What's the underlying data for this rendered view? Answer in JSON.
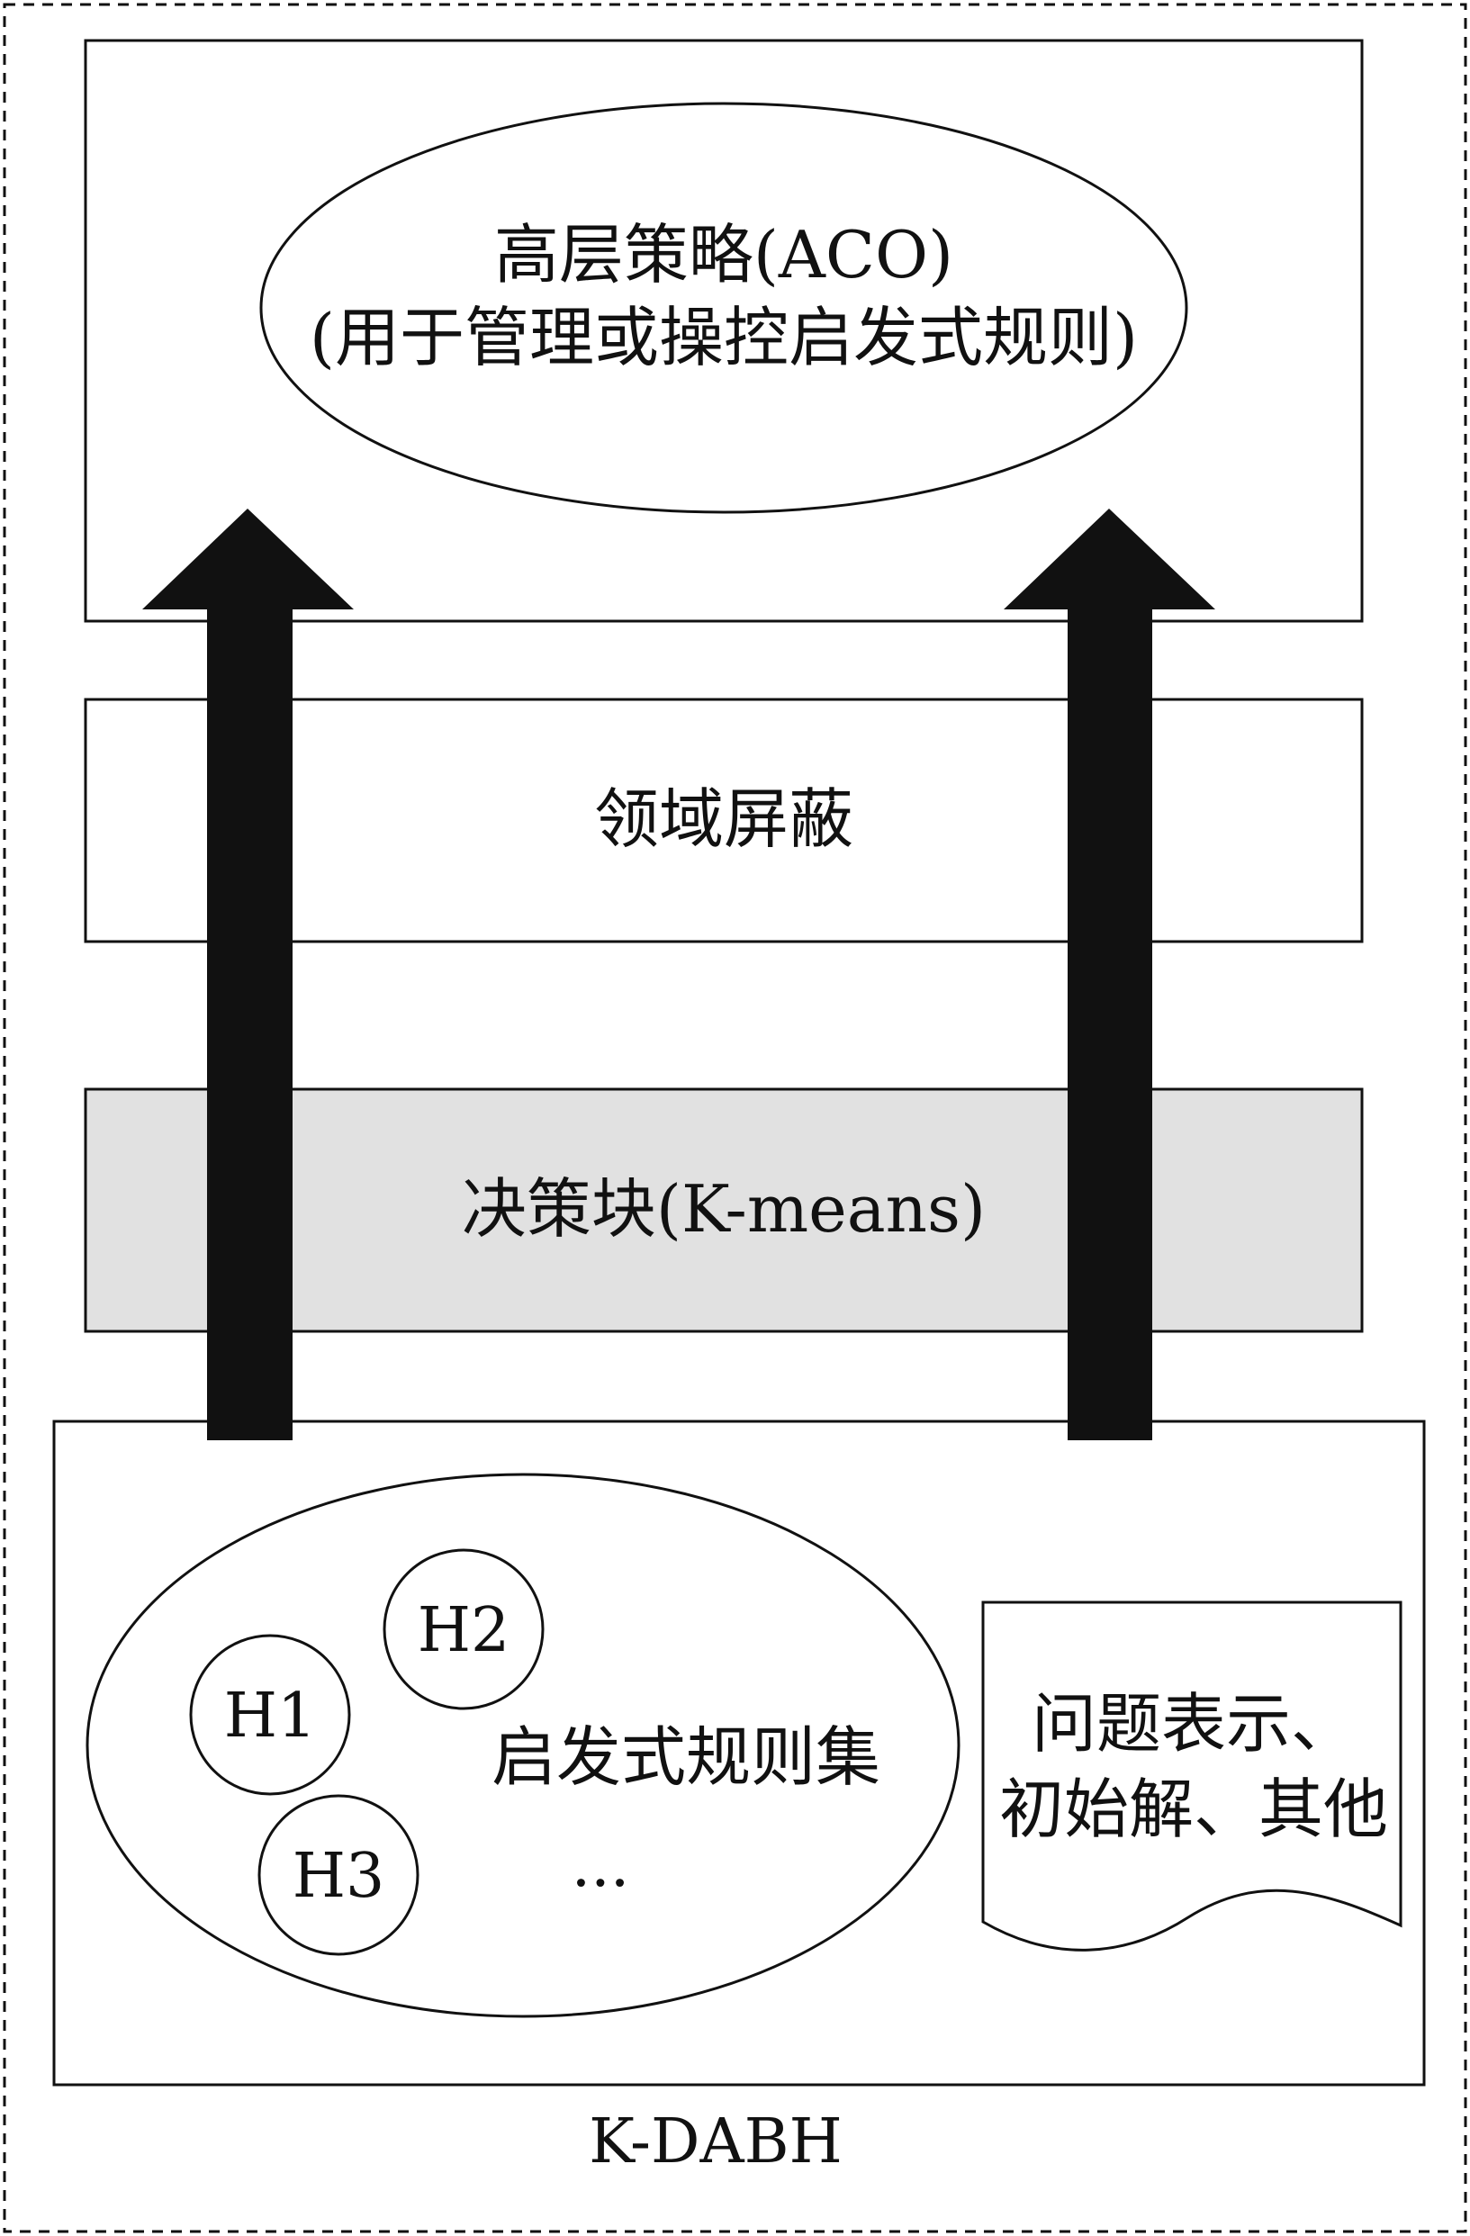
{
  "diagram": {
    "outer_label": "K-DABH",
    "high_level_strategy": {
      "line1": "高层策略(ACO)",
      "line2": "(用于管理或操控启发式规则)"
    },
    "domain_barrier": "领域屏蔽",
    "decision_block": "决策块(K-means)",
    "heuristic_set": {
      "label": "启发式规则集",
      "h1": "H1",
      "h2": "H2",
      "h3": "H3",
      "ellipsis": "..."
    },
    "problem_doc": {
      "line1": "问题表示、",
      "line2": "初始解、其他"
    }
  },
  "colors": {
    "stroke": "#111111",
    "arrow_fill": "#111111",
    "decision_fill": "#e1e1e1",
    "background": "#ffffff"
  }
}
